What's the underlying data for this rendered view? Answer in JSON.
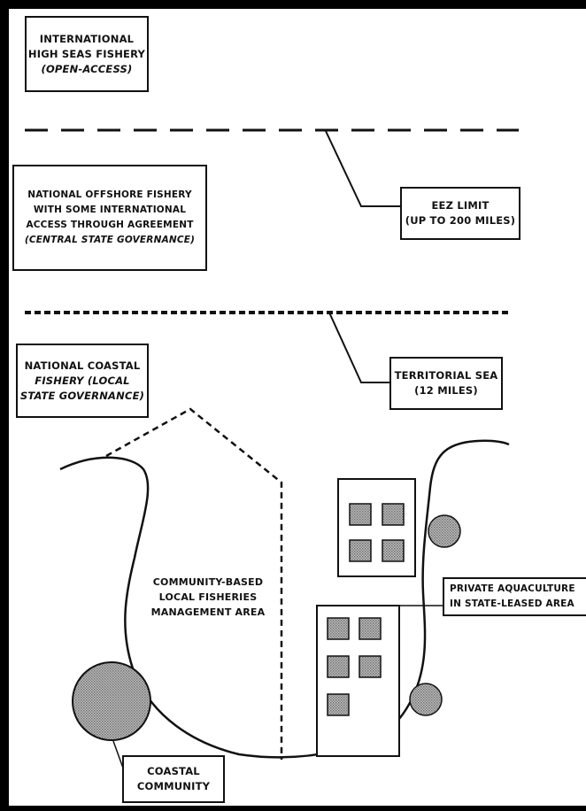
{
  "zones": {
    "high_seas": {
      "line1": "International",
      "line2": "high seas fishery",
      "line3": "(open-access)"
    },
    "offshore": {
      "line1": "National offshore fishery",
      "line2": "with some international",
      "line3": "access through agreement",
      "line4": "(central state governance)"
    },
    "coastal": {
      "line1": "National coastal",
      "line2": "fishery (local",
      "line3": "state governance)"
    }
  },
  "limits": {
    "eez": {
      "line1": "EEZ limit",
      "line2": "(up to 200 miles)"
    },
    "territorial": {
      "line1": "Territorial sea",
      "line2": "(12 miles)"
    }
  },
  "areas": {
    "community_based": {
      "line1": "Community-based",
      "line2": "local fisheries",
      "line3": "management area"
    },
    "aquaculture": {
      "line1": "Private aquaculture",
      "line2": "in state-leased area"
    },
    "coastal_community": {
      "line1": "Coastal",
      "line2": "community"
    }
  },
  "colors": {
    "frame": "#000000",
    "ink": "#111111",
    "fill": "#9a9a9a",
    "page": "#ffffff"
  }
}
